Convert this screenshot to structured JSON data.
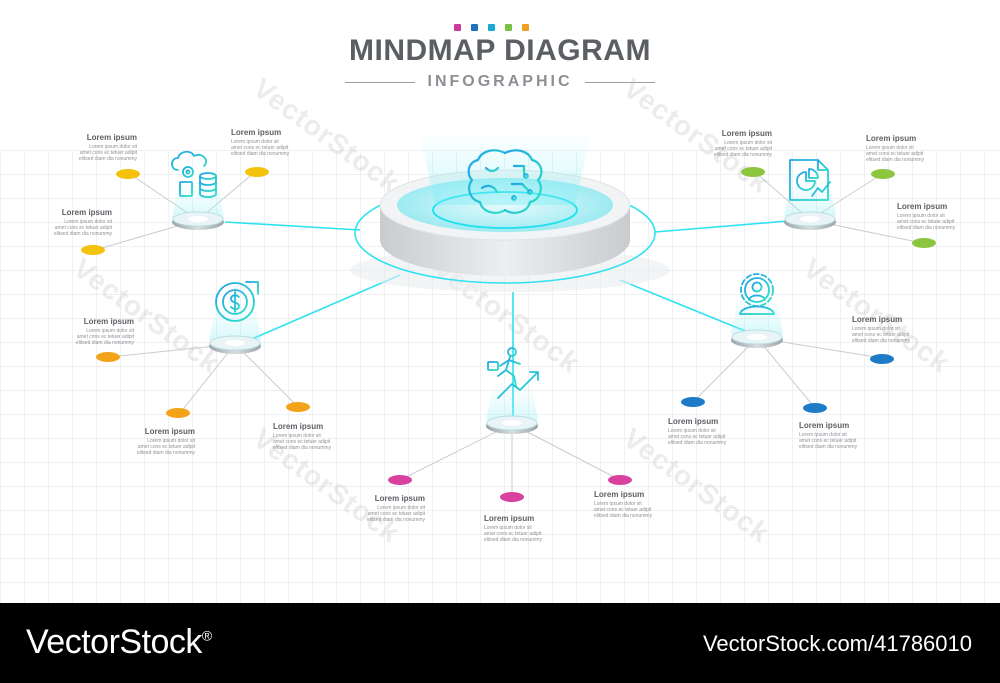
{
  "header": {
    "title": "MINDMAP DIAGRAM",
    "subtitle": "INFOGRAPHIC",
    "swatch_colors": [
      "#c93a9a",
      "#1f6fbf",
      "#19a9d6",
      "#7cc242",
      "#f0a020"
    ]
  },
  "center": {
    "icon": "brain-icon"
  },
  "branches": [
    {
      "id": "cloud",
      "icon": "cloud-database-icon",
      "color": "#f5c20b",
      "items": [
        {
          "title": "Lorem ipsum",
          "lines": [
            "Lorem ipsum dolor sit",
            "amet cons ec tetuer adipit",
            "elitsed diam dia nonummy"
          ]
        },
        {
          "title": "Lorem ipsum",
          "lines": [
            "Lorem ipsum dolor sit",
            "amet cons ec tetuer adipit",
            "elitsed diam dia nonummy"
          ]
        },
        {
          "title": "Lorem ipsum",
          "lines": [
            "Lorem ipsum dolor sit",
            "amet cons ec tetuer adipit",
            "elitsed diam dia nonummy"
          ]
        }
      ]
    },
    {
      "id": "money",
      "icon": "dollar-chart-icon",
      "color": "#f3a318",
      "items": [
        {
          "title": "Lorem ipsum",
          "lines": [
            "Lorem ipsum dolor sit",
            "amet cons ec tetuer adipit",
            "elitsed diam dia nonummy"
          ]
        },
        {
          "title": "Lorem ipsum",
          "lines": [
            "Lorem ipsum dolor sit",
            "amet cons ec tetuer adipit",
            "elitsed diam dia nonummy"
          ]
        },
        {
          "title": "Lorem ipsum",
          "lines": [
            "Lorem ipsum dolor sit",
            "amet cons ec tetuer adipit",
            "elitsed diam dia nonummy"
          ]
        }
      ]
    },
    {
      "id": "growth",
      "icon": "climbing-growth-icon",
      "color": "#d9419f",
      "items": [
        {
          "title": "Lorem ipsum",
          "lines": [
            "Lorem ipsum dolor sit",
            "amet cons ec tetuer adipit",
            "elitsed diam dia nonummy"
          ]
        },
        {
          "title": "Lorem ipsum",
          "lines": [
            "Lorem ipsum dolor sit",
            "amet cons ec tetuer adipit",
            "elitsed diam dia nonummy"
          ]
        },
        {
          "title": "Lorem ipsum",
          "lines": [
            "Lorem ipsum dolor sit",
            "amet cons ec tetuer adipit",
            "elitsed diam dia nonummy"
          ]
        }
      ]
    },
    {
      "id": "manager",
      "icon": "gear-person-icon",
      "color": "#1e7bc7",
      "items": [
        {
          "title": "Lorem ipsum",
          "lines": [
            "Lorem ipsum dolor sit",
            "amet cons ec tetuer adipit",
            "elitsed diam dia nonummy"
          ]
        },
        {
          "title": "Lorem ipsum",
          "lines": [
            "Lorem ipsum dolor sit",
            "amet cons ec tetuer adipit",
            "elitsed diam dia nonummy"
          ]
        },
        {
          "title": "Lorem ipsum",
          "lines": [
            "Lorem ipsum dolor sit",
            "amet cons ec tetuer adipit",
            "elitsed diam dia nonummy"
          ]
        }
      ]
    },
    {
      "id": "report",
      "icon": "report-document-icon",
      "color": "#8cc63f",
      "items": [
        {
          "title": "Lorem ipsum",
          "lines": [
            "Lorem ipsum dolor sit",
            "amet cons ec tetuer adipit",
            "elitsed diam dia nonummy"
          ]
        },
        {
          "title": "Lorem ipsum",
          "lines": [
            "Lorem ipsum dolor sit",
            "amet cons ec tetuer adipit",
            "elitsed diam dia nonummy"
          ]
        },
        {
          "title": "Lorem ipsum",
          "lines": [
            "Lorem ipsum dolor sit",
            "amet cons ec tetuer adipit",
            "elitsed diam dia nonummy"
          ]
        }
      ]
    }
  ],
  "colors": {
    "accent": "#22e0ee",
    "icon_gradient_start": "#1fa4e6",
    "icon_gradient_end": "#2fe0c6"
  },
  "watermark": "VectorStock",
  "footer": {
    "brand": "VectorStock",
    "brand_mark": "®",
    "ref": "VectorStock.com/41786010"
  }
}
